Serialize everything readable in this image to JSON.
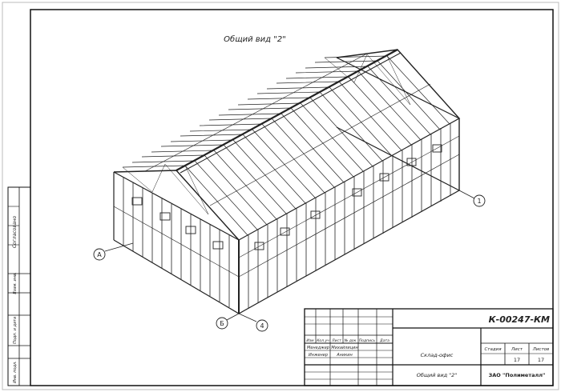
{
  "view_title": "Общий вид \"2\"",
  "axis_labels": {
    "a": "А",
    "b": "Б",
    "one": "1",
    "four": "4"
  },
  "side_strip": {
    "top": "Согласовано",
    "r1": "Взам. инв.",
    "r2": "Подп. и дата",
    "r3": "Инв. подл."
  },
  "title_block": {
    "doc_code": "К-00247-КМ",
    "col_headers": [
      "Изм",
      "Кол.уч",
      "Лист",
      "№ док",
      "Подпись",
      "Дата"
    ],
    "role_1": "Менеджер",
    "name_1": "Михайлицин",
    "role_2": "Инженер",
    "name_2": "Аникин",
    "object_name": "Склад-офис",
    "stage_label": "Стадия",
    "sheet_label": "Лист",
    "sheets_label": "Листов",
    "sheet_value": "17",
    "sheets_value": "17",
    "sheet_title": "Общий вид \"2\"",
    "company": "ЗАО \"Полиметалл\""
  }
}
